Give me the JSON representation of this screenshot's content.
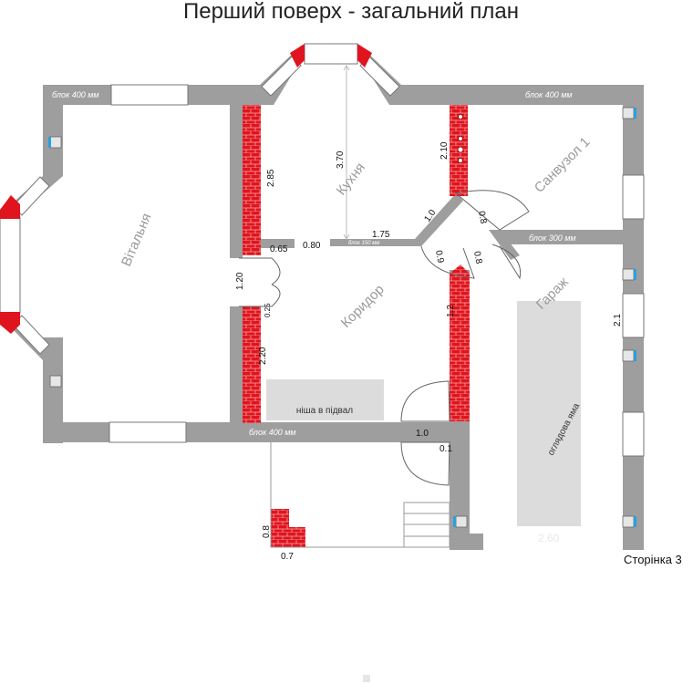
{
  "title": "Перший поверх - загальний план",
  "page_label": "Сторінка 3",
  "rooms": {
    "living": "Вітальня",
    "kitchen": "Кухня",
    "bathroom": "Санвузол 1",
    "corridor": "Коридор",
    "garage": "Гараж"
  },
  "wall_labels": {
    "top_left": "блок 400 мм",
    "top_right": "блок 400 мм",
    "bottom": "блок 400 мм",
    "garage_top": "блок 300 мм",
    "kitchen_partition": "блок 150 мм"
  },
  "notes": {
    "basement_niche": "ніша в підвал",
    "inspection_pit": "оглядова яма",
    "pit_faint": "2.60"
  },
  "dimensions": {
    "d_285": "2.85",
    "d_370": "3.70",
    "d_210": "2.10",
    "d_175": "1.75",
    "d_080": "0.80",
    "d_065": "0.65",
    "d_120": "1.20",
    "d_025": "0.25",
    "d_220": "2.20",
    "d_10a": "1.0",
    "d_08a": "0.8",
    "d_09": "0.9",
    "d_08b": "0.8",
    "d_12": "1.2",
    "d_10b": "1.0",
    "d_01": "0.1",
    "d_21": "2.1",
    "d_08c": "0.8",
    "d_07": "0.7"
  },
  "colors": {
    "wall": "#9e9e9e",
    "brick": "#e0141e",
    "niche": "#dcdcdc",
    "window": "#ffffff",
    "vent_accent": "#2aa0e0"
  }
}
